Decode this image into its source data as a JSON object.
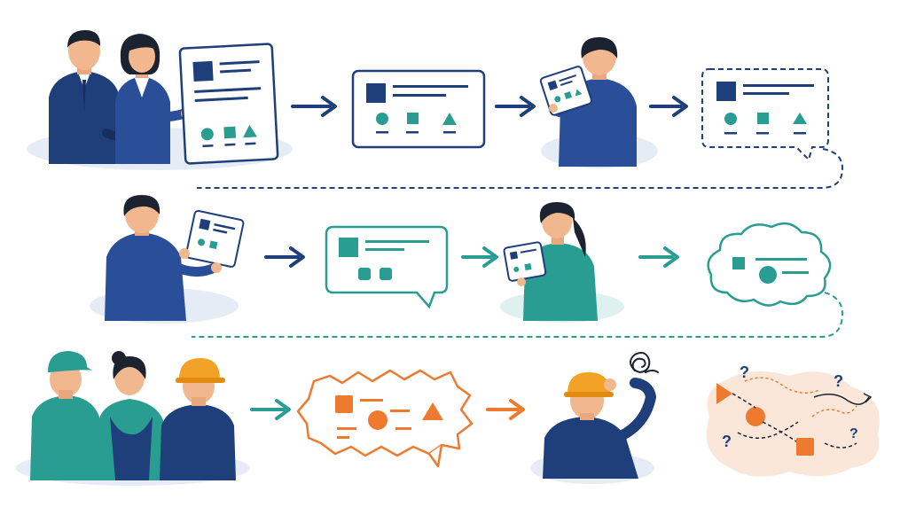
{
  "diagram": {
    "rows": [
      {
        "id": "row-1",
        "theme": "leadership",
        "color": "#1f3f7a",
        "steps": [
          "leaders-present-document",
          "clear-document",
          "manager-reads-tablet",
          "dashed-speech-bubble"
        ]
      },
      {
        "id": "row-2",
        "theme": "middle-management",
        "color": "#2a9d92",
        "steps": [
          "manager-holds-tablet",
          "simplified-speech-bubble",
          "supervisor-reads-tablet",
          "cloud-thought-bubble"
        ]
      },
      {
        "id": "row-3",
        "theme": "frontline-workers",
        "color": "#ee7a30",
        "steps": [
          "worker-group",
          "jagged-message-bubble",
          "confused-worker",
          "chaotic-message"
        ]
      }
    ],
    "annotations": [
      "?",
      "?",
      "?",
      "?"
    ],
    "colors": {
      "navy": "#1f3f7a",
      "navy_dark": "#172f5c",
      "teal": "#2a9d92",
      "orange": "#ee7a30",
      "shadow": "#e6ecf5",
      "skin": "#f1b88f",
      "hair": "#1c2330",
      "peach": "#fbe7da"
    },
    "icons": [
      "arrow-right-icon",
      "square-icon",
      "circle-icon",
      "triangle-icon",
      "scribble-icon",
      "question-mark-icon",
      "hardhat-icon",
      "cap-icon",
      "tablet-icon"
    ]
  }
}
